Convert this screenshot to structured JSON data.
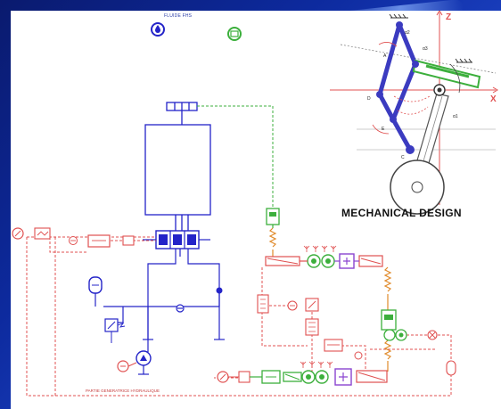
{
  "legend": {
    "label": "FLUIDE FHS"
  },
  "mechanical_caption": "MECHANICAL DESIGN",
  "bottom_label": "PARTIE GENERATRICE HYDRAULIQUE",
  "axes": {
    "z": "Z",
    "x": "X"
  },
  "colors": {
    "background": "#0d2a9e",
    "hydraulic_blue": "#2424c8",
    "line_red": "#e05050",
    "line_green": "#3caf3c",
    "mechanism_purple": "#3b3bc0"
  }
}
